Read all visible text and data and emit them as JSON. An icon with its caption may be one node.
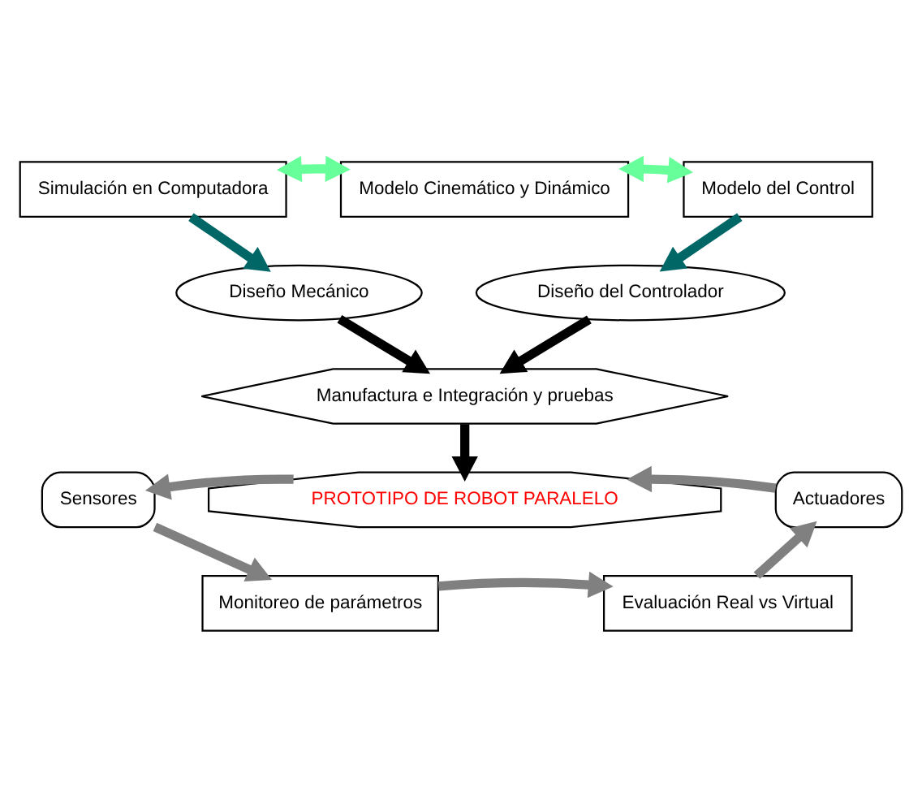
{
  "diagram": {
    "nodes": [
      {
        "text": [
          "Simulación en Computadora"
        ]
      },
      {
        "text": [
          "Modelo Cinemático y Dinámico"
        ]
      },
      {
        "text": [
          "Modelo del Control"
        ]
      },
      {
        "text": [
          "Diseño Mecánico"
        ]
      },
      {
        "text": [
          "Diseño del Controlador"
        ]
      },
      {
        "text": [
          "Manufactura e Integración y pruebas"
        ]
      },
      {
        "text": [
          "PROTOTIPO DE ROBOT PARALELO"
        ]
      },
      {
        "text": [
          "Sensores"
        ]
      },
      {
        "text": [
          "Actuadores"
        ]
      },
      {
        "text": [
          "Monitoreo de parámetros"
        ]
      },
      {
        "text": [
          "Evaluación Real vs Virtual"
        ]
      }
    ],
    "edges": [
      {
        "from": 0,
        "to": 1,
        "arrow": "both",
        "color": "#66ff99"
      },
      {
        "from": 1,
        "to": 2,
        "arrow": "both",
        "color": "#66ff99"
      },
      {
        "from": 0,
        "to": 3,
        "arrow": "to",
        "color": "#006666"
      },
      {
        "from": 2,
        "to": 4,
        "arrow": "to",
        "color": "#006666"
      },
      {
        "from": 3,
        "to": 5,
        "arrow": "to",
        "color": "#000000"
      },
      {
        "from": 4,
        "to": 5,
        "arrow": "to",
        "color": "#000000"
      },
      {
        "from": 5,
        "to": 6,
        "arrow": "to",
        "color": "#000000"
      },
      {
        "from": 6,
        "to": 7,
        "arrow": "to"
      },
      {
        "from": 7,
        "to": 9,
        "arrow": "to"
      },
      {
        "from": 9,
        "to": 10,
        "arrow": "to"
      },
      {
        "from": 10,
        "to": 8,
        "arrow": "to"
      },
      {
        "from": 8,
        "to": 6,
        "arrow": "to"
      }
    ]
  }
}
